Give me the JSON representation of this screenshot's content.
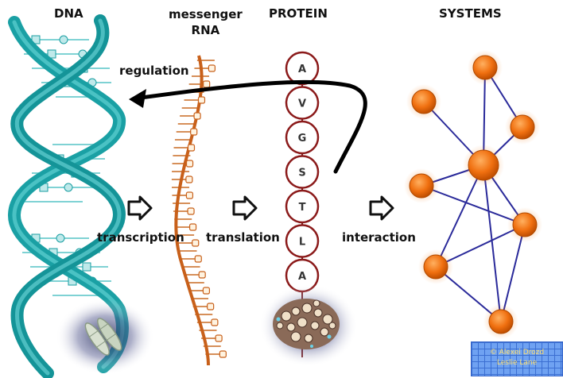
{
  "headers": {
    "dna": "DNA",
    "mrna_line1": "messenger",
    "mrna_line2": "RNA",
    "protein": "PROTEIN",
    "systems": "SYSTEMS"
  },
  "labels": {
    "regulation": "regulation",
    "transcription": "transcription",
    "translation": "translation",
    "interaction": "interaction"
  },
  "protein_residues": [
    "A",
    "V",
    "G",
    "S",
    "T",
    "L",
    "A"
  ],
  "colors": {
    "dna": "#1fb0b3",
    "rna": "#d2691e",
    "protein_ring": "#8b1a1a",
    "node": "#f07010",
    "edge": "#2a2a9a",
    "arrow": "#000000"
  },
  "credit": {
    "line1": "© Alexei Drozd",
    "line2": "Leslie Lane"
  }
}
